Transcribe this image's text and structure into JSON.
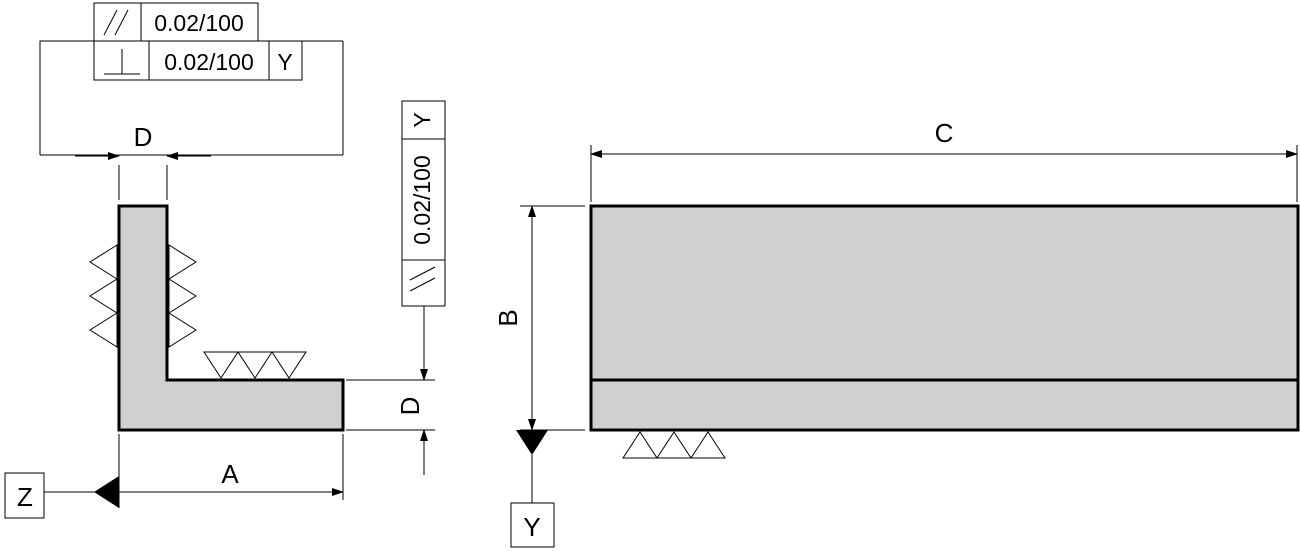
{
  "colors": {
    "part_fill": "#d0d0d0",
    "line": "#000000",
    "background": "#ffffff"
  },
  "dimensions": {
    "a": "A",
    "b": "B",
    "c": "C",
    "d_top": "D",
    "d_side": "D"
  },
  "datums": {
    "z": "Z",
    "y": "Y"
  },
  "tolerances": {
    "top_parallelism": {
      "symbol": "//",
      "value": "0.02/100"
    },
    "top_perpendicularity": {
      "symbol": "⊥",
      "value": "0.02/100",
      "datum": "Y"
    },
    "side_parallelism": {
      "symbol": "//",
      "value": "0.02/100",
      "datum": "Y"
    }
  },
  "icons": {
    "parallelism": "parallelism-icon",
    "perpendicularity": "perpendicularity-icon",
    "weld": "weld-symbol-icon",
    "datum": "datum-triangle-icon"
  }
}
